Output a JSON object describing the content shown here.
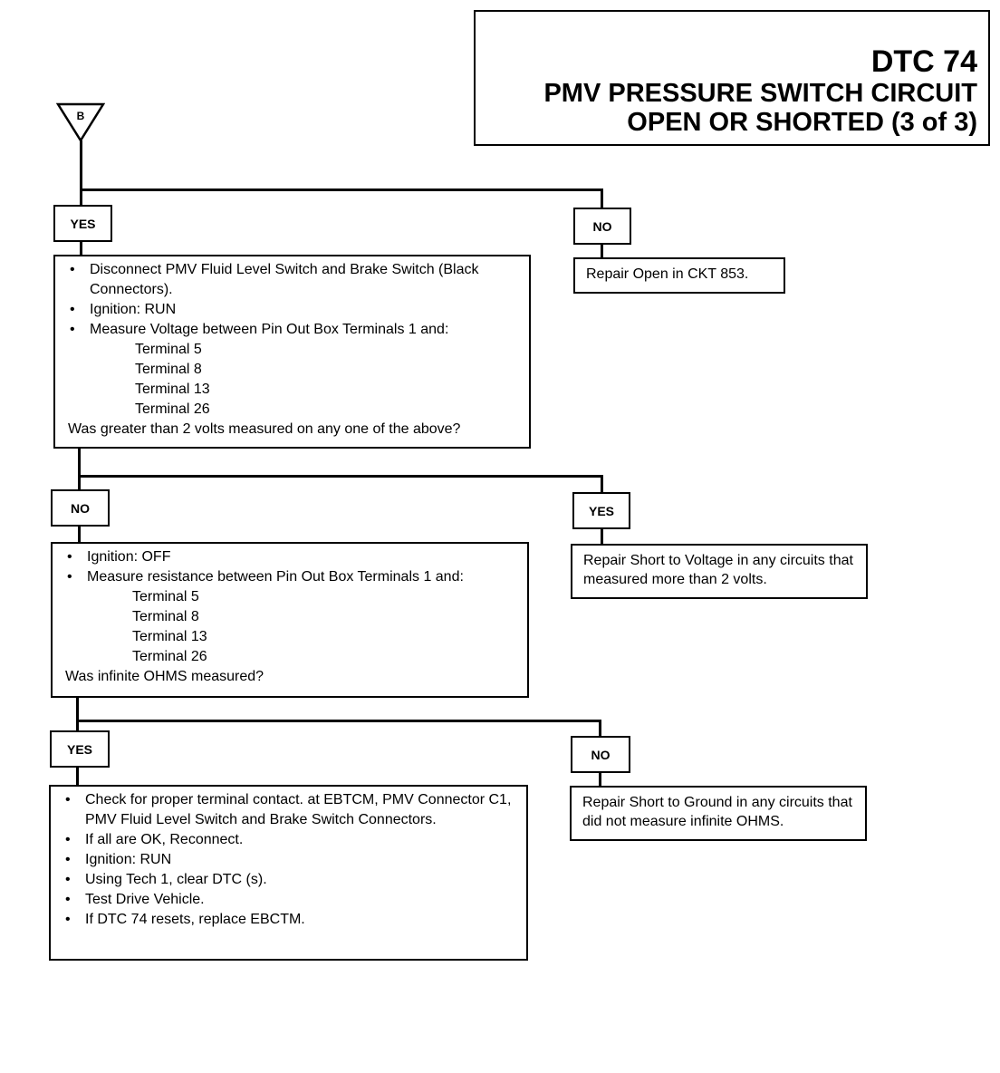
{
  "title": {
    "code": "DTC 74",
    "line1": "PMV PRESSURE SWITCH CIRCUIT",
    "line2": "OPEN OR SHORTED (3 of 3)"
  },
  "connector_marker": "B",
  "row1": {
    "yes_label": "YES",
    "no_label": "NO",
    "step": {
      "bullets": [
        "Disconnect PMV Fluid Level Switch and Brake Switch (Black Connectors).",
        "Ignition:  RUN",
        "Measure Voltage between Pin Out Box Terminals 1 and:"
      ],
      "terminals": [
        "Terminal 5",
        "Terminal 8",
        "Terminal 13",
        "Terminal 26"
      ],
      "question": "Was greater than 2 volts measured on any one of the above?"
    },
    "no_result": "Repair Open in CKT 853."
  },
  "row2": {
    "no_label": "NO",
    "yes_label": "YES",
    "step": {
      "bullets": [
        "Ignition:  OFF",
        "Measure resistance between Pin Out Box Terminals 1 and:"
      ],
      "terminals": [
        "Terminal 5",
        "Terminal 8",
        "Terminal 13",
        "Terminal 26"
      ],
      "question": "Was infinite OHMS measured?"
    },
    "yes_result": "Repair Short to Voltage in any circuits that measured more than 2 volts."
  },
  "row3": {
    "yes_label": "YES",
    "no_label": "NO",
    "step": {
      "bullets": [
        "Check for proper terminal contact. at EBTCM, PMV Connector C1, PMV Fluid Level Switch and Brake Switch Connectors.",
        "If all are OK, Reconnect.",
        "Ignition:  RUN",
        "Using Tech 1, clear DTC (s).",
        "Test Drive Vehicle.",
        "If DTC 74 resets, replace EBCTM."
      ]
    },
    "no_result": "Repair Short to Ground in any circuits that did not measure infinite OHMS."
  }
}
